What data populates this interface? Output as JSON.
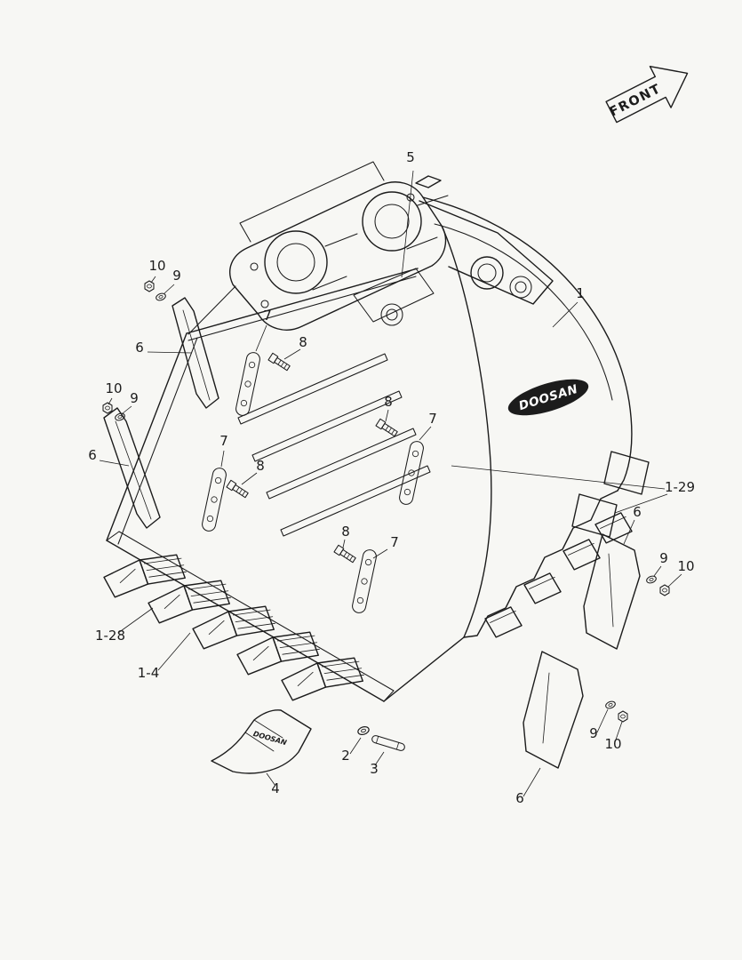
{
  "colors": {
    "bg": "#f7f7f4",
    "ink": "#1c1c1c"
  },
  "diagram": {
    "front_label": "FRONT",
    "brand_logo": "DOOSAN",
    "tooth_brand": "DOOSAN",
    "callouts": {
      "item1": "1",
      "item2": "2",
      "item3": "3",
      "item4": "4",
      "item5": "5",
      "item6": "6",
      "item7": "7",
      "item8": "8",
      "item9": "9",
      "item10": "10",
      "item1_4": "1-4",
      "item1_28": "1-28",
      "item1_29": "1-29"
    }
  }
}
